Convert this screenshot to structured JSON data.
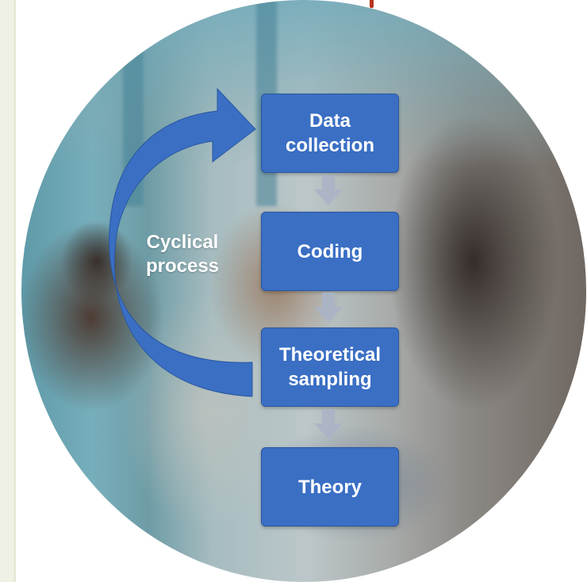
{
  "slide": {
    "background_color": "#e7ecd9",
    "accent_mark_color": "#b8331f"
  },
  "diagram": {
    "box_color": "#3a6fc4",
    "arrow_color": "#3a6fc4",
    "steps": [
      {
        "lines": [
          "Data",
          "collection"
        ]
      },
      {
        "lines": [
          "Coding"
        ]
      },
      {
        "lines": [
          "Theoretical",
          "sampling"
        ]
      },
      {
        "lines": [
          "Theory"
        ]
      }
    ],
    "cycle_label": [
      "Cyclical",
      "process"
    ]
  }
}
